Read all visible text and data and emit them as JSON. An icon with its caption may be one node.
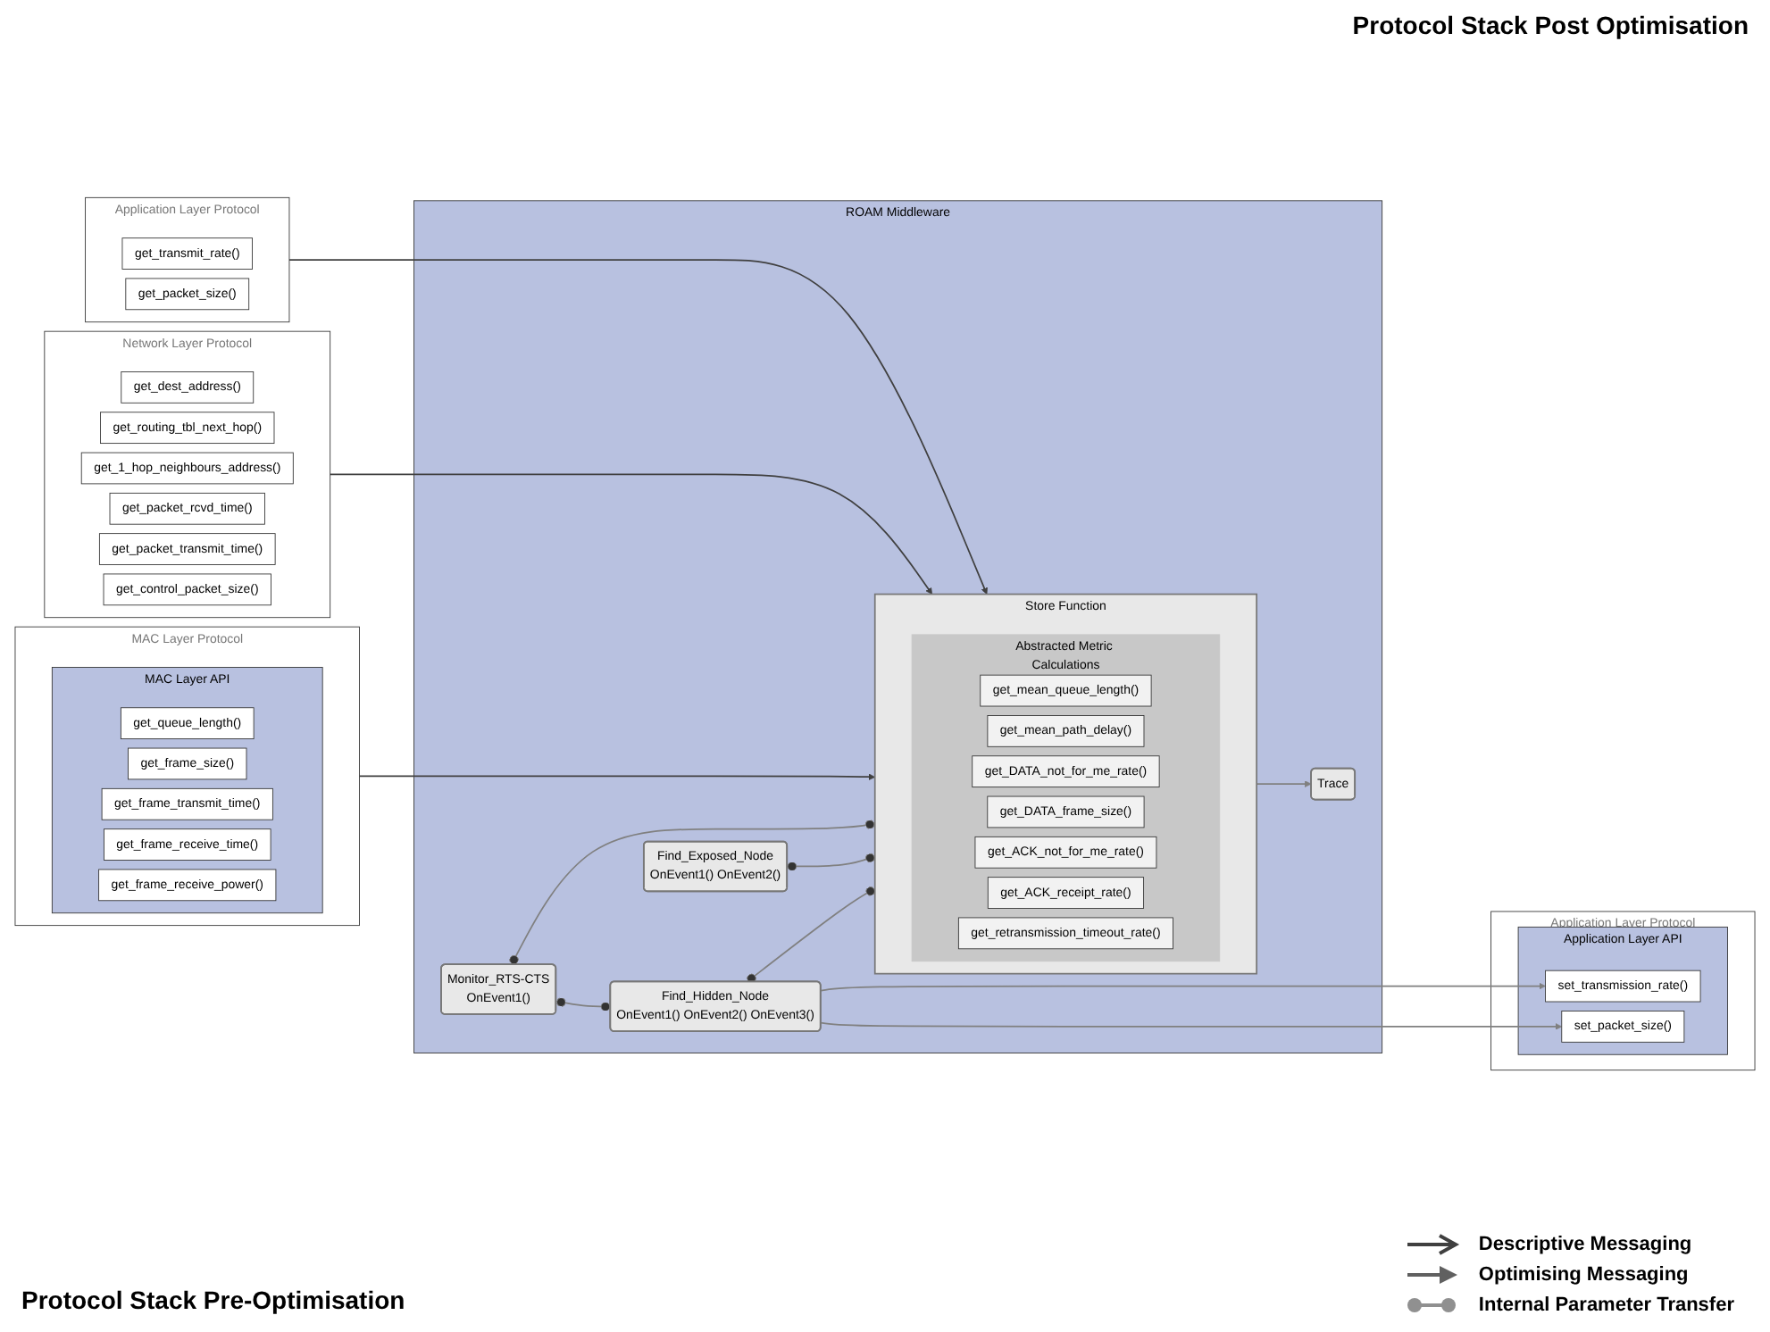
{
  "diagram": {
    "nodes": [
      {
        "text": [
          "Application Layer Protocol"
        ]
      },
      {
        "text": [
          "get_transmit_rate()"
        ],
        "in": 0
      },
      {
        "text": [
          "get_packet_size()"
        ],
        "in": 0
      },
      {
        "text": [
          "Network Layer Protocol"
        ]
      },
      {
        "text": [
          "get_dest_address()"
        ],
        "in": 3
      },
      {
        "text": [
          "get_routing_tbl_next_hop()"
        ],
        "in": 3
      },
      {
        "text": [
          "get_1_hop_neighbours_address()"
        ],
        "in": 3
      },
      {
        "text": [
          "get_packet_rcvd_time()"
        ],
        "in": 3
      },
      {
        "text": [
          "get_packet_transmit_time()"
        ],
        "in": 3
      },
      {
        "text": [
          "get_control_packet_size()"
        ],
        "in": 3
      },
      {
        "text": [
          "MAC Layer Protocol"
        ]
      },
      {
        "text": [
          "MAC Layer API"
        ],
        "in": 10
      },
      {
        "text": [
          "get_queue_length()"
        ],
        "in": 11
      },
      {
        "text": [
          "get_frame_size()"
        ],
        "in": 11
      },
      {
        "text": [
          "get_frame_transmit_time()"
        ],
        "in": 11
      },
      {
        "text": [
          "get_frame_receive_time()"
        ],
        "in": 11
      },
      {
        "text": [
          "get_frame_receive_power()"
        ],
        "in": 11
      },
      {
        "text": [
          "ROAM Middleware"
        ]
      },
      {
        "text": [
          "Monitor_RTS-CTS",
          "OnEvent1()"
        ],
        "in": 17
      },
      {
        "text": [
          "Find_Exposed_Node",
          "OnEvent1() OnEvent2()"
        ],
        "in": 17
      },
      {
        "text": [
          "Find_Hidden_Node",
          "OnEvent1() OnEvent2() OnEvent3()"
        ],
        "in": 17
      },
      {
        "text": [
          "Store Function"
        ],
        "in": 17
      },
      {
        "text": [
          "Abstracted Metric Calculations"
        ],
        "in": 21
      },
      {
        "text": [
          "get_mean_queue_length()"
        ],
        "in": 22
      },
      {
        "text": [
          "get_mean_path_delay()"
        ],
        "in": 22
      },
      {
        "text": [
          "get_DATA_not_for_me_rate()"
        ],
        "in": 22
      },
      {
        "text": [
          "get_DATA_frame_size()"
        ],
        "in": 22
      },
      {
        "text": [
          "get_ACK_not_for_me_rate()"
        ],
        "in": 22
      },
      {
        "text": [
          "get_ACK_receipt_rate()"
        ],
        "in": 22
      },
      {
        "text": [
          "get_retransmission_timeout_rate()"
        ],
        "in": 22
      },
      {
        "text": [
          "Trace"
        ],
        "in": 17
      },
      {
        "text": [
          "Application Layer Protocol"
        ]
      },
      {
        "text": [
          "Application Layer API"
        ],
        "in": 31
      },
      {
        "text": [
          "set_transmission_rate()"
        ],
        "in": 32
      },
      {
        "text": [
          "set_packet_size()"
        ],
        "in": 32
      }
    ],
    "edges": [
      {
        "from": 0,
        "to": 21,
        "arrow": "to",
        "color": "#404040"
      },
      {
        "from": 3,
        "to": 21,
        "arrow": "to",
        "color": "#404040"
      },
      {
        "from": 10,
        "to": 21,
        "arrow": "to",
        "color": "#404040"
      },
      {
        "from": 18,
        "to": 20,
        "arrow": "other"
      },
      {
        "from": 18,
        "to": 21,
        "arrow": "other"
      },
      {
        "from": 19,
        "to": 21,
        "arrow": "other"
      },
      {
        "from": 20,
        "to": 21,
        "arrow": "other"
      },
      {
        "from": 20,
        "to": 33,
        "arrow": "to"
      },
      {
        "from": 20,
        "to": 34,
        "arrow": "to"
      },
      {
        "from": 21,
        "to": 30,
        "arrow": "to"
      }
    ],
    "labels": [
      "Protocol Stack Post Optimisation",
      "Protocol Stack Pre-Optimisation"
    ],
    "legend": [
      {
        "text": "Descriptive Messaging"
      },
      {
        "text": "Optimising Messaging"
      },
      {
        "text": "Internal Parameter Transfer"
      }
    ]
  }
}
